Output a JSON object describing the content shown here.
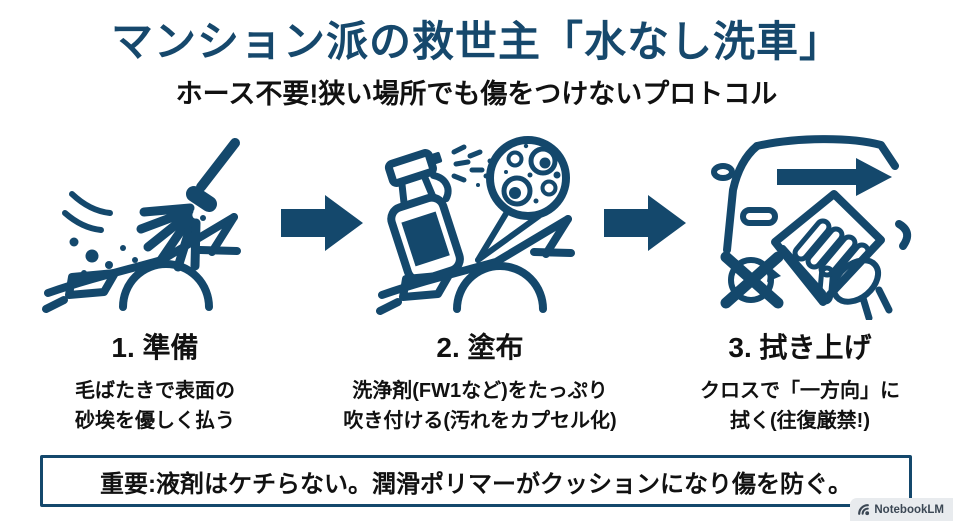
{
  "colors": {
    "navy": "#14486c",
    "text_black": "#111111",
    "background": "#ffffff",
    "badge_background": "#e8ebee",
    "badge_text": "#3b4754"
  },
  "header": {
    "title": "マンション派の救世主「水なし洗車」",
    "subtitle": "ホース不要!狭い場所でも傷をつけないプロトコル"
  },
  "steps": [
    {
      "label": "1. 準備",
      "desc_line1": "毛ばたきで表面の",
      "desc_line2": "砂埃を優しく払う",
      "icon": "feather-duster-car-icon"
    },
    {
      "label": "2. 塗布",
      "desc_line1": "洗浄剤(FW1など)をたっぷり",
      "desc_line2": "吹き付ける(汚れをカプセル化)",
      "icon": "spray-bottle-capsule-icon"
    },
    {
      "label": "3. 拭き上げ",
      "desc_line1": "クロスで「一方向」に",
      "desc_line2": "拭く(往復厳禁!)",
      "icon": "cloth-wipe-one-direction-icon"
    }
  ],
  "arrows": {
    "icon": "right-arrow-icon"
  },
  "footer": {
    "important_note": "重要:液剤はケチらない。潤滑ポリマーがクッションになり傷を防ぐ。"
  },
  "watermark": {
    "label": "NotebookLM",
    "icon": "notebooklm-logo-icon"
  }
}
